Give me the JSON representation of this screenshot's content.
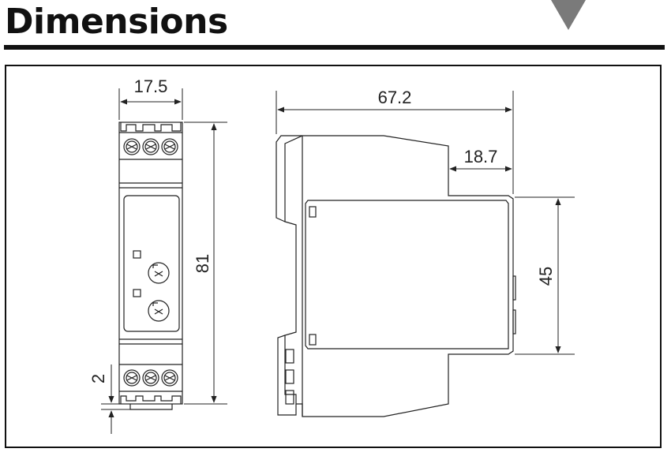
{
  "header": {
    "title": "Dimensions",
    "accent_color": "#111111",
    "marker_color": "#7a7a7a",
    "marker_icon": "triangle-down-icon"
  },
  "front_view": {
    "width_label": "17.5",
    "height_label": "81",
    "offset_label": "2"
  },
  "side_view": {
    "depth_label": "67.2",
    "step_label": "18.7",
    "front_height_label": "45"
  }
}
